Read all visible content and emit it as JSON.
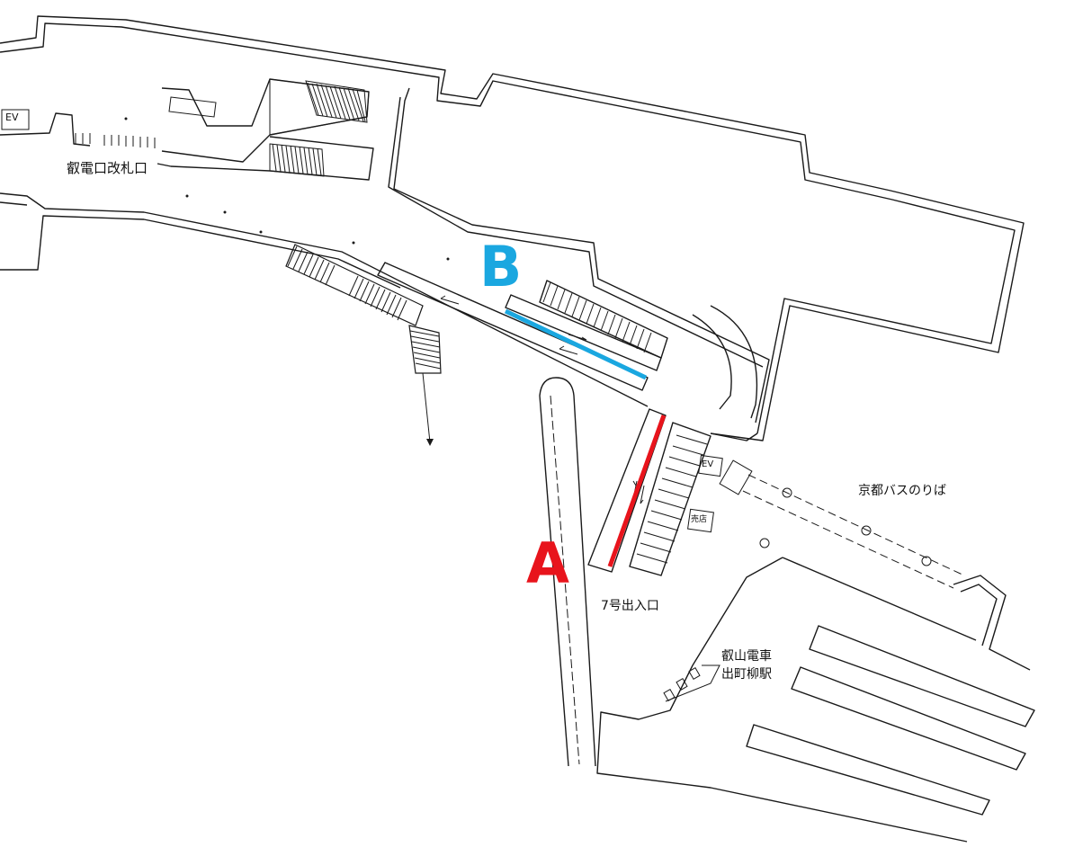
{
  "labels": {
    "eizan_gate": "叡電口改札口",
    "kyoto_bus": "京都バスのりば",
    "exit7": "7号出入口",
    "eizan_station_line1": "叡山電車",
    "eizan_station_line2": "出町柳駅",
    "ev_left": "EV",
    "ev_right": "EV",
    "shop": "売店"
  },
  "markers": {
    "a": {
      "text": "A",
      "color": "#e8141c"
    },
    "b": {
      "text": "B",
      "color": "#1aa7e0"
    }
  }
}
